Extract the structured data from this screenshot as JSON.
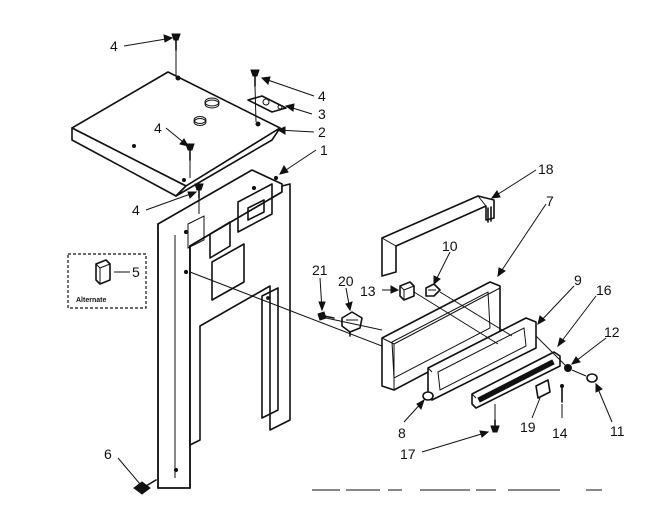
{
  "diagram": {
    "part_labels": {
      "p1": "1",
      "p2": "2",
      "p3": "3",
      "p4a": "4",
      "p4b": "4",
      "p4c": "4",
      "p4d": "4",
      "p5": "5",
      "p6": "6",
      "p7": "7",
      "p8": "8",
      "p9": "9",
      "p10": "10",
      "p11": "11",
      "p12": "12",
      "p13": "13",
      "p14": "14",
      "p16": "16",
      "p17": "17",
      "p18": "18",
      "p19": "19",
      "p20": "20",
      "p21": "21"
    },
    "alternate_box": {
      "label": "Alternate"
    }
  }
}
